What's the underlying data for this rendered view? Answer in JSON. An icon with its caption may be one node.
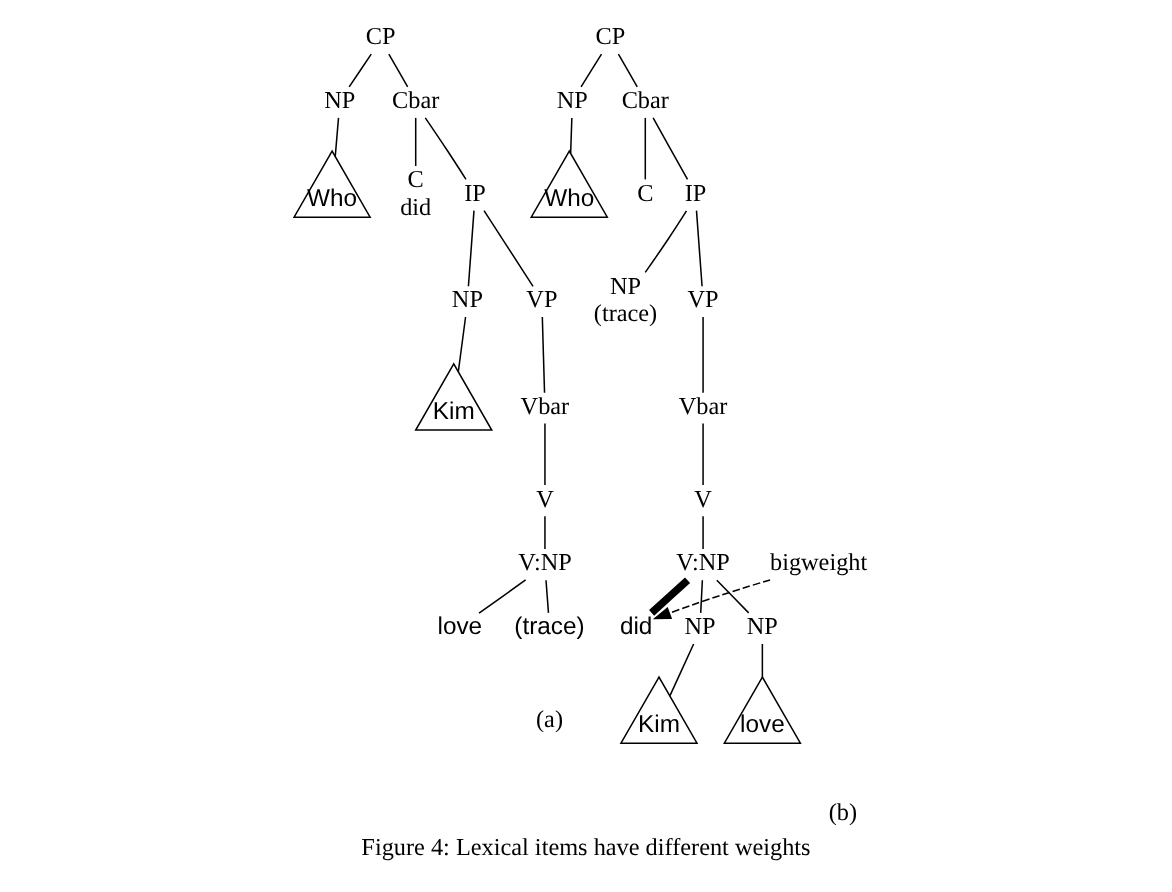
{
  "diagram": {
    "caption": "Figure 4: Lexical items have different weights",
    "nodes": [
      {
        "text": [
          "CP"
        ]
      },
      {
        "text": [
          "NP"
        ]
      },
      {
        "text": [
          "Who"
        ]
      },
      {
        "text": [
          "Cbar"
        ]
      },
      {
        "text": [
          "C"
        ],
        "beside": [
          "did"
        ]
      },
      {
        "text": [
          "IP"
        ]
      },
      {
        "text": [
          "NP"
        ]
      },
      {
        "text": [
          "Kim"
        ]
      },
      {
        "text": [
          "VP"
        ]
      },
      {
        "text": [
          "Vbar"
        ]
      },
      {
        "text": [
          "V"
        ]
      },
      {
        "text": [
          "V:NP"
        ]
      },
      {
        "text": [
          "love"
        ]
      },
      {
        "text": [
          "(trace)"
        ]
      },
      {
        "text": [
          "CP"
        ]
      },
      {
        "text": [
          "NP"
        ]
      },
      {
        "text": [
          "Who"
        ]
      },
      {
        "text": [
          "Cbar"
        ]
      },
      {
        "text": [
          "C"
        ]
      },
      {
        "text": [
          "IP"
        ]
      },
      {
        "text": [
          "NP"
        ],
        "beside": [
          "(trace)"
        ]
      },
      {
        "text": [
          "VP"
        ]
      },
      {
        "text": [
          "Vbar"
        ]
      },
      {
        "text": [
          "V"
        ]
      },
      {
        "text": [
          "V:NP"
        ]
      },
      {
        "text": [
          "did"
        ]
      },
      {
        "text": [
          "NP"
        ]
      },
      {
        "text": [
          "Kim"
        ]
      },
      {
        "text": [
          "NP"
        ]
      },
      {
        "text": [
          "love"
        ]
      },
      {
        "text": [
          "bigweight"
        ]
      }
    ],
    "edges": [
      {
        "from": 0,
        "to": 1,
        "arrow": "none"
      },
      {
        "from": 1,
        "to": 2,
        "arrow": "none"
      },
      {
        "from": 0,
        "to": 3,
        "arrow": "none"
      },
      {
        "from": 3,
        "to": 4,
        "arrow": "none"
      },
      {
        "from": 3,
        "to": 5,
        "arrow": "none"
      },
      {
        "from": 5,
        "to": 6,
        "arrow": "none"
      },
      {
        "from": 6,
        "to": 7,
        "arrow": "none"
      },
      {
        "from": 5,
        "to": 8,
        "arrow": "none"
      },
      {
        "from": 8,
        "to": 9,
        "arrow": "none"
      },
      {
        "from": 9,
        "to": 10,
        "arrow": "none"
      },
      {
        "from": 10,
        "to": 11,
        "arrow": "none"
      },
      {
        "from": 11,
        "to": 12,
        "arrow": "none"
      },
      {
        "from": 11,
        "to": 13,
        "arrow": "none"
      },
      {
        "from": 14,
        "to": 15,
        "arrow": "none"
      },
      {
        "from": 15,
        "to": 16,
        "arrow": "none"
      },
      {
        "from": 14,
        "to": 17,
        "arrow": "none"
      },
      {
        "from": 17,
        "to": 18,
        "arrow": "none"
      },
      {
        "from": 17,
        "to": 19,
        "arrow": "none"
      },
      {
        "from": 19,
        "to": 20,
        "arrow": "none"
      },
      {
        "from": 19,
        "to": 21,
        "arrow": "none"
      },
      {
        "from": 21,
        "to": 22,
        "arrow": "none"
      },
      {
        "from": 22,
        "to": 23,
        "arrow": "none"
      },
      {
        "from": 23,
        "to": 24,
        "arrow": "none"
      },
      {
        "from": 24,
        "to": 25,
        "arrow": "none",
        "style": "thick"
      },
      {
        "from": 24,
        "to": 26,
        "arrow": "none"
      },
      {
        "from": 26,
        "to": 27,
        "arrow": "none"
      },
      {
        "from": 24,
        "to": 28,
        "arrow": "none"
      },
      {
        "from": 28,
        "to": 29,
        "arrow": "none"
      },
      {
        "from": 30,
        "to": 25,
        "arrow": "to",
        "style": "dashed"
      }
    ],
    "labels": [
      "(a)",
      "(b)"
    ]
  }
}
